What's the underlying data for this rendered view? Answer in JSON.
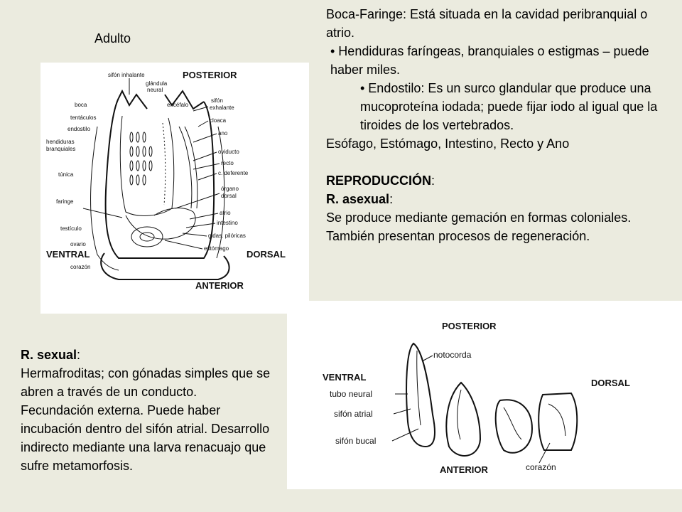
{
  "caption_adult": "Adulto",
  "right_text": {
    "p1": "Boca-Faringe: Está situada en la cavidad peribranquial o atrio.",
    "p2": "• Hendiduras faríngeas, branquiales o estigmas – puede haber miles.",
    "p3": "• Endostilo: Es un surco glandular que produce una mucoproteína iodada; puede fijar iodo al igual que la tiroides de los vertebrados.",
    "p4": "Esófago, Estómago, Intestino, Recto y Ano",
    "heading": "REPRODUCCIÓN",
    "heading_colon": ":",
    "sub1": "R. asexual",
    "sub1_colon": ":",
    "p5": "Se produce mediante gemación en formas coloniales. También presentan procesos de regeneración."
  },
  "left_text": {
    "sub2": "R. sexual",
    "sub2_colon": ":",
    "p6": "Hermafroditas; con gónadas simples que se abren a través de un conducto. Fecundación externa. Puede haber incubación dentro del sifón atrial. Desarrollo indirecto mediante una larva renacuajo que sufre metamorfosis."
  },
  "adult_diagram": {
    "top_label": "sifón inhalante",
    "orientation_top": "POSTERIOR",
    "orientation_bottom": "ANTERIOR",
    "orientation_left": "VENTRAL",
    "orientation_right": "DORSAL",
    "left_labels": [
      "boca",
      "tentáculos",
      "endostilo",
      "hendiduras",
      "branquiales",
      "túnica",
      "faringe",
      "testículo",
      "ovario",
      "corazón"
    ],
    "center_labels": [
      "glándula",
      "neural",
      "encéfalo"
    ],
    "right_labels": [
      "sifón",
      "exhalante",
      "cloaca",
      "ano",
      "oviducto",
      "recto",
      "c. deferente",
      "órgano",
      "dorsal",
      "atrio",
      "intestino",
      "gldas. pilóricas",
      "estómago"
    ]
  },
  "larva_diagram": {
    "orientation_top": "POSTERIOR",
    "orientation_bottom": "ANTERIOR",
    "orientation_left": "VENTRAL",
    "orientation_right": "DORSAL",
    "labels": [
      "notocorda",
      "tubo neural",
      "sifón atrial",
      "sifón bucal",
      "corazón"
    ]
  }
}
